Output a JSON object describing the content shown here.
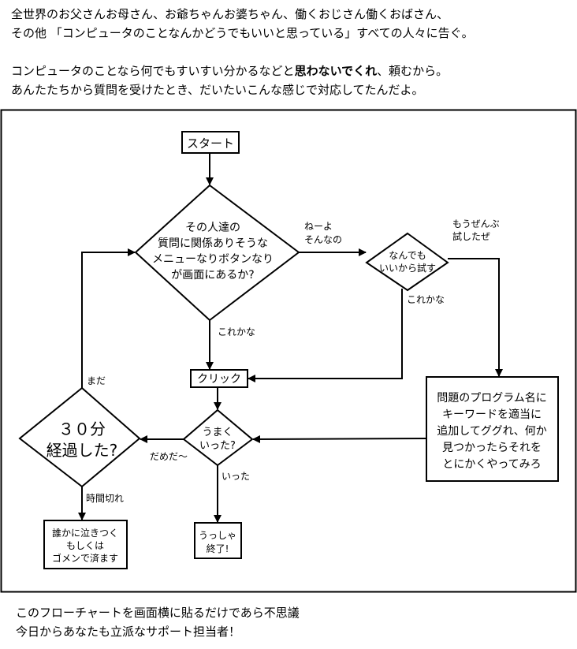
{
  "header": {
    "line1": "全世界のお父さんお母さん、お爺ちゃんお婆ちゃん、働くおじさん働くおばさん、",
    "line2": "その他 「コンピュータのことなんかどうでもいいと思っている」すべての人々に告ぐ。",
    "line3_pre": "コンピュータのことなら何でもすいすい分かるなどと",
    "line3_bold": "思わないでくれ",
    "line3_post": "、頼むから。",
    "line4": "あんたたちから質問を受けたとき、だいたいこんな感じで対応してたんだよ。"
  },
  "flow": {
    "start": "スタート",
    "q1": [
      "その人達の",
      "質問に関係ありそうな",
      "メニューなりボタンなり",
      "が画面にあるか?"
    ],
    "q1_no": [
      "ねーよ",
      "そんなの"
    ],
    "q1_yes": "これかな",
    "try_any": [
      "なんでも",
      "いいから試す"
    ],
    "tried_all": [
      "もうぜんぶ",
      "試したぜ"
    ],
    "try_this": "これかな",
    "click": "クリック",
    "worked": [
      "うまく",
      "いった?"
    ],
    "worked_no": "だめだ〜",
    "worked_yes": "いった",
    "done": [
      "うっしゃ",
      "終了!"
    ],
    "search": [
      "問題のプログラム名に",
      "キーワードを適当に",
      "追加してググれ、何か",
      "見つかったらそれを",
      "とにかくやってみろ"
    ],
    "elapsed": [
      "３０分",
      "経過した?"
    ],
    "not_yet": "まだ",
    "time_up": "時間切れ",
    "give_up": [
      "誰かに泣きつく",
      "もしくは",
      "ゴメンで済ます"
    ]
  },
  "footer": {
    "line1": "このフローチャートを画面横に貼るだけであら不思議",
    "line2": "今日からあなたも立派なサポート担当者！"
  }
}
